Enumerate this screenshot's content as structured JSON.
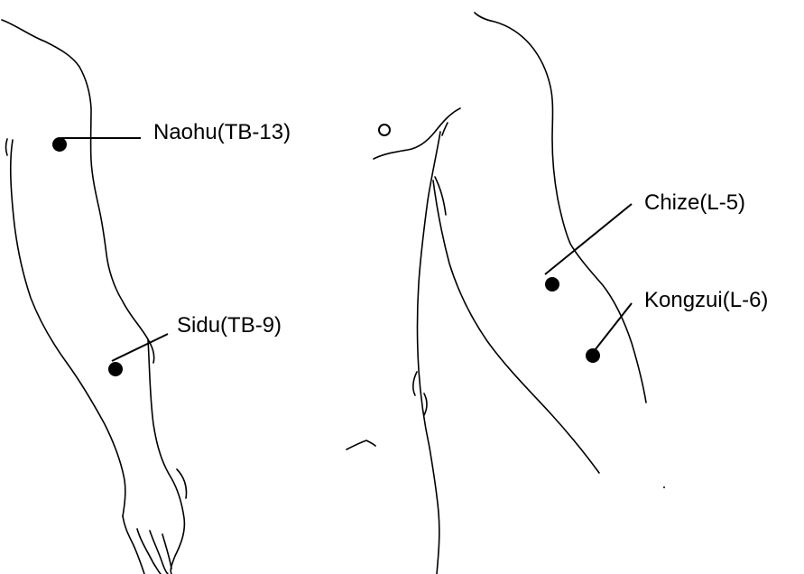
{
  "points": [
    {
      "id": "naohu",
      "label": "Naohu(TB-13)"
    },
    {
      "id": "sidu",
      "label": "Sidu(TB-9)"
    },
    {
      "id": "chize",
      "label": "Chize(L-5)"
    },
    {
      "id": "kongzui",
      "label": "Kongzui(L-6)"
    }
  ],
  "colors": {
    "line": "#000000",
    "background": "#ffffff"
  }
}
